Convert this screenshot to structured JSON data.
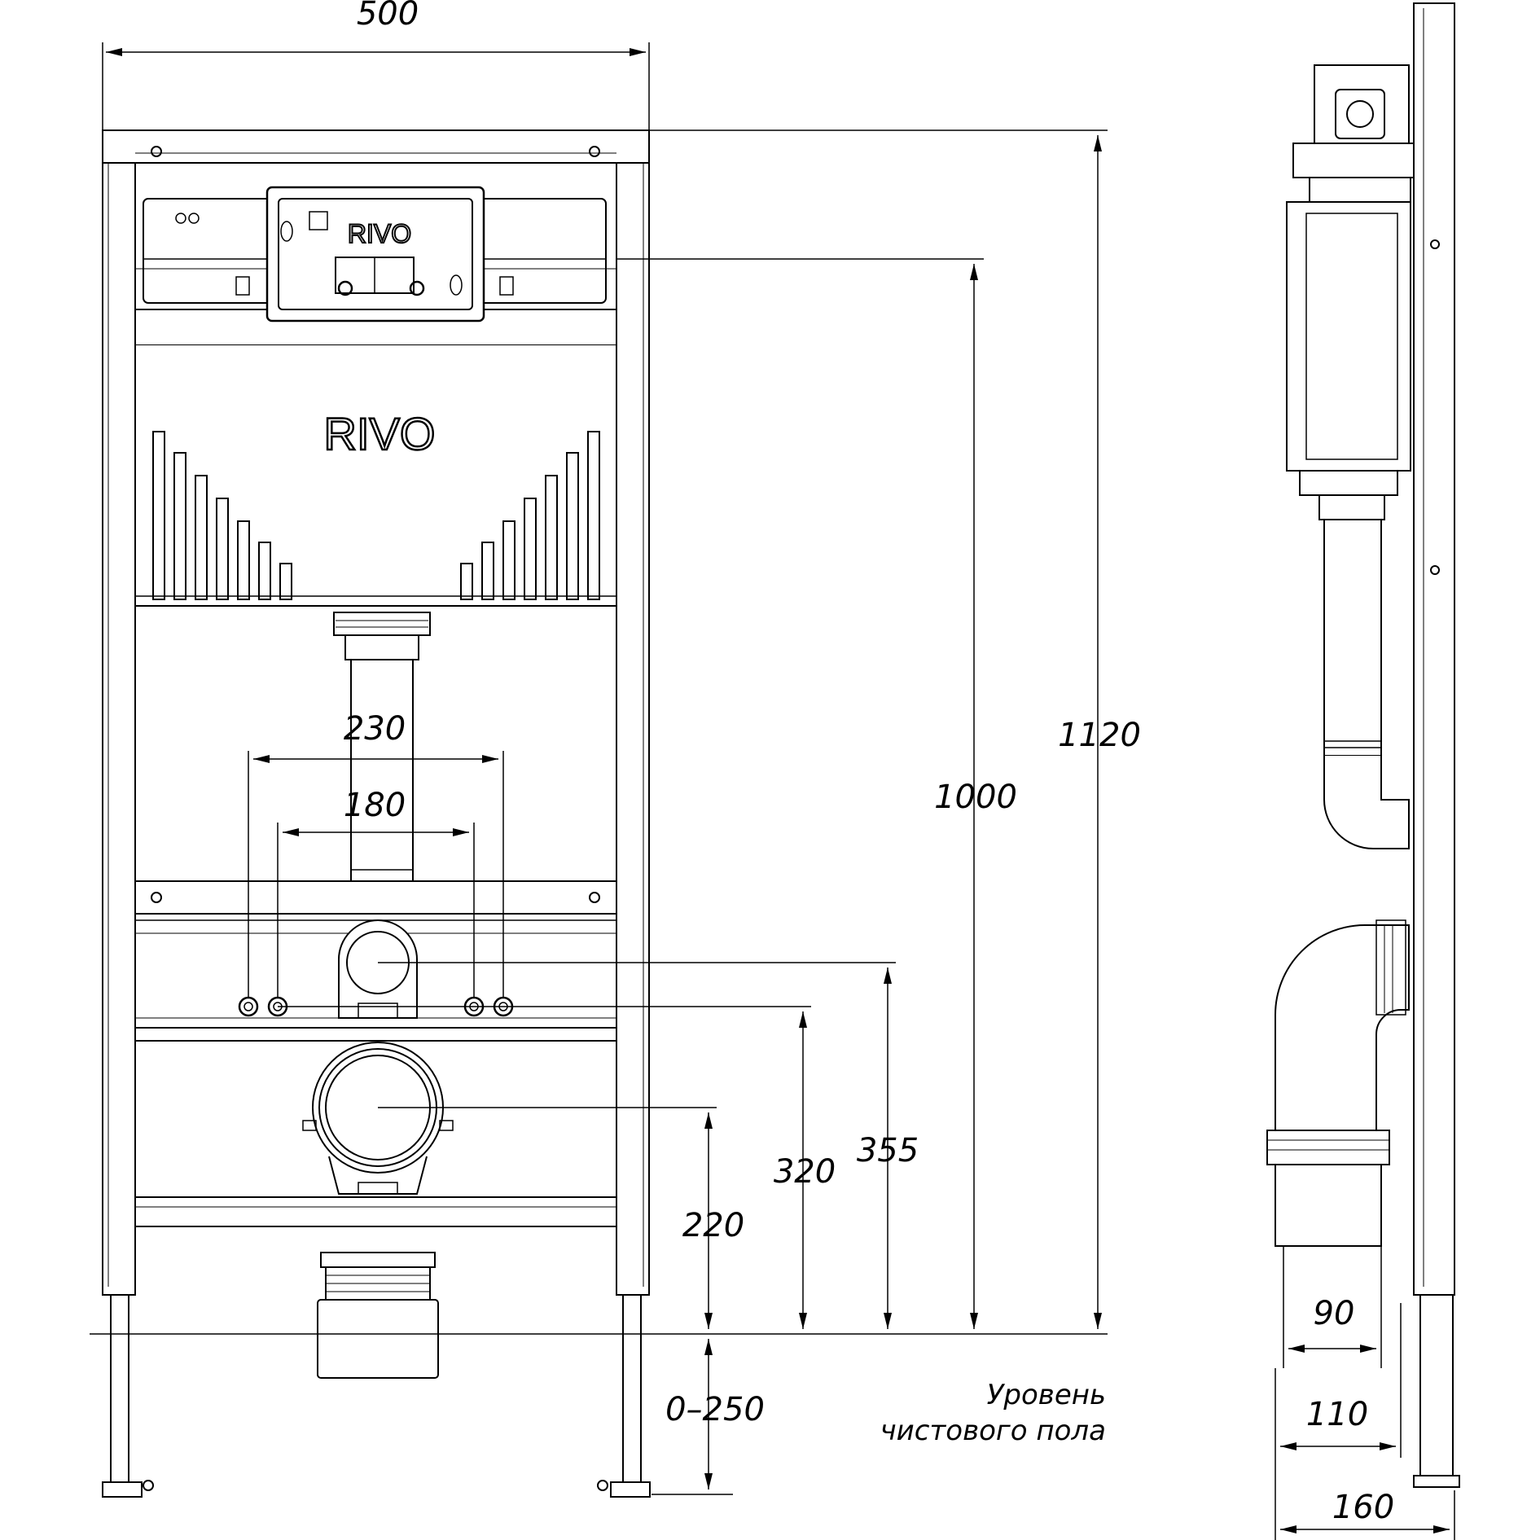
{
  "dimensions": {
    "width_total": "500",
    "height_total": "1120",
    "height_button": "1000",
    "holes_outer": "230",
    "holes_inner": "180",
    "flush_outlet_height": "355",
    "bolts_height": "320",
    "drain_height": "220",
    "leg_range": "0–250",
    "depth_pipe": "90",
    "depth_fitting": "110",
    "depth_total": "160"
  },
  "brand": {
    "logo_small": "RIVO",
    "logo_large": "RIVO"
  },
  "floor_note": {
    "line1": "Уровень",
    "line2": "чистового пола"
  }
}
